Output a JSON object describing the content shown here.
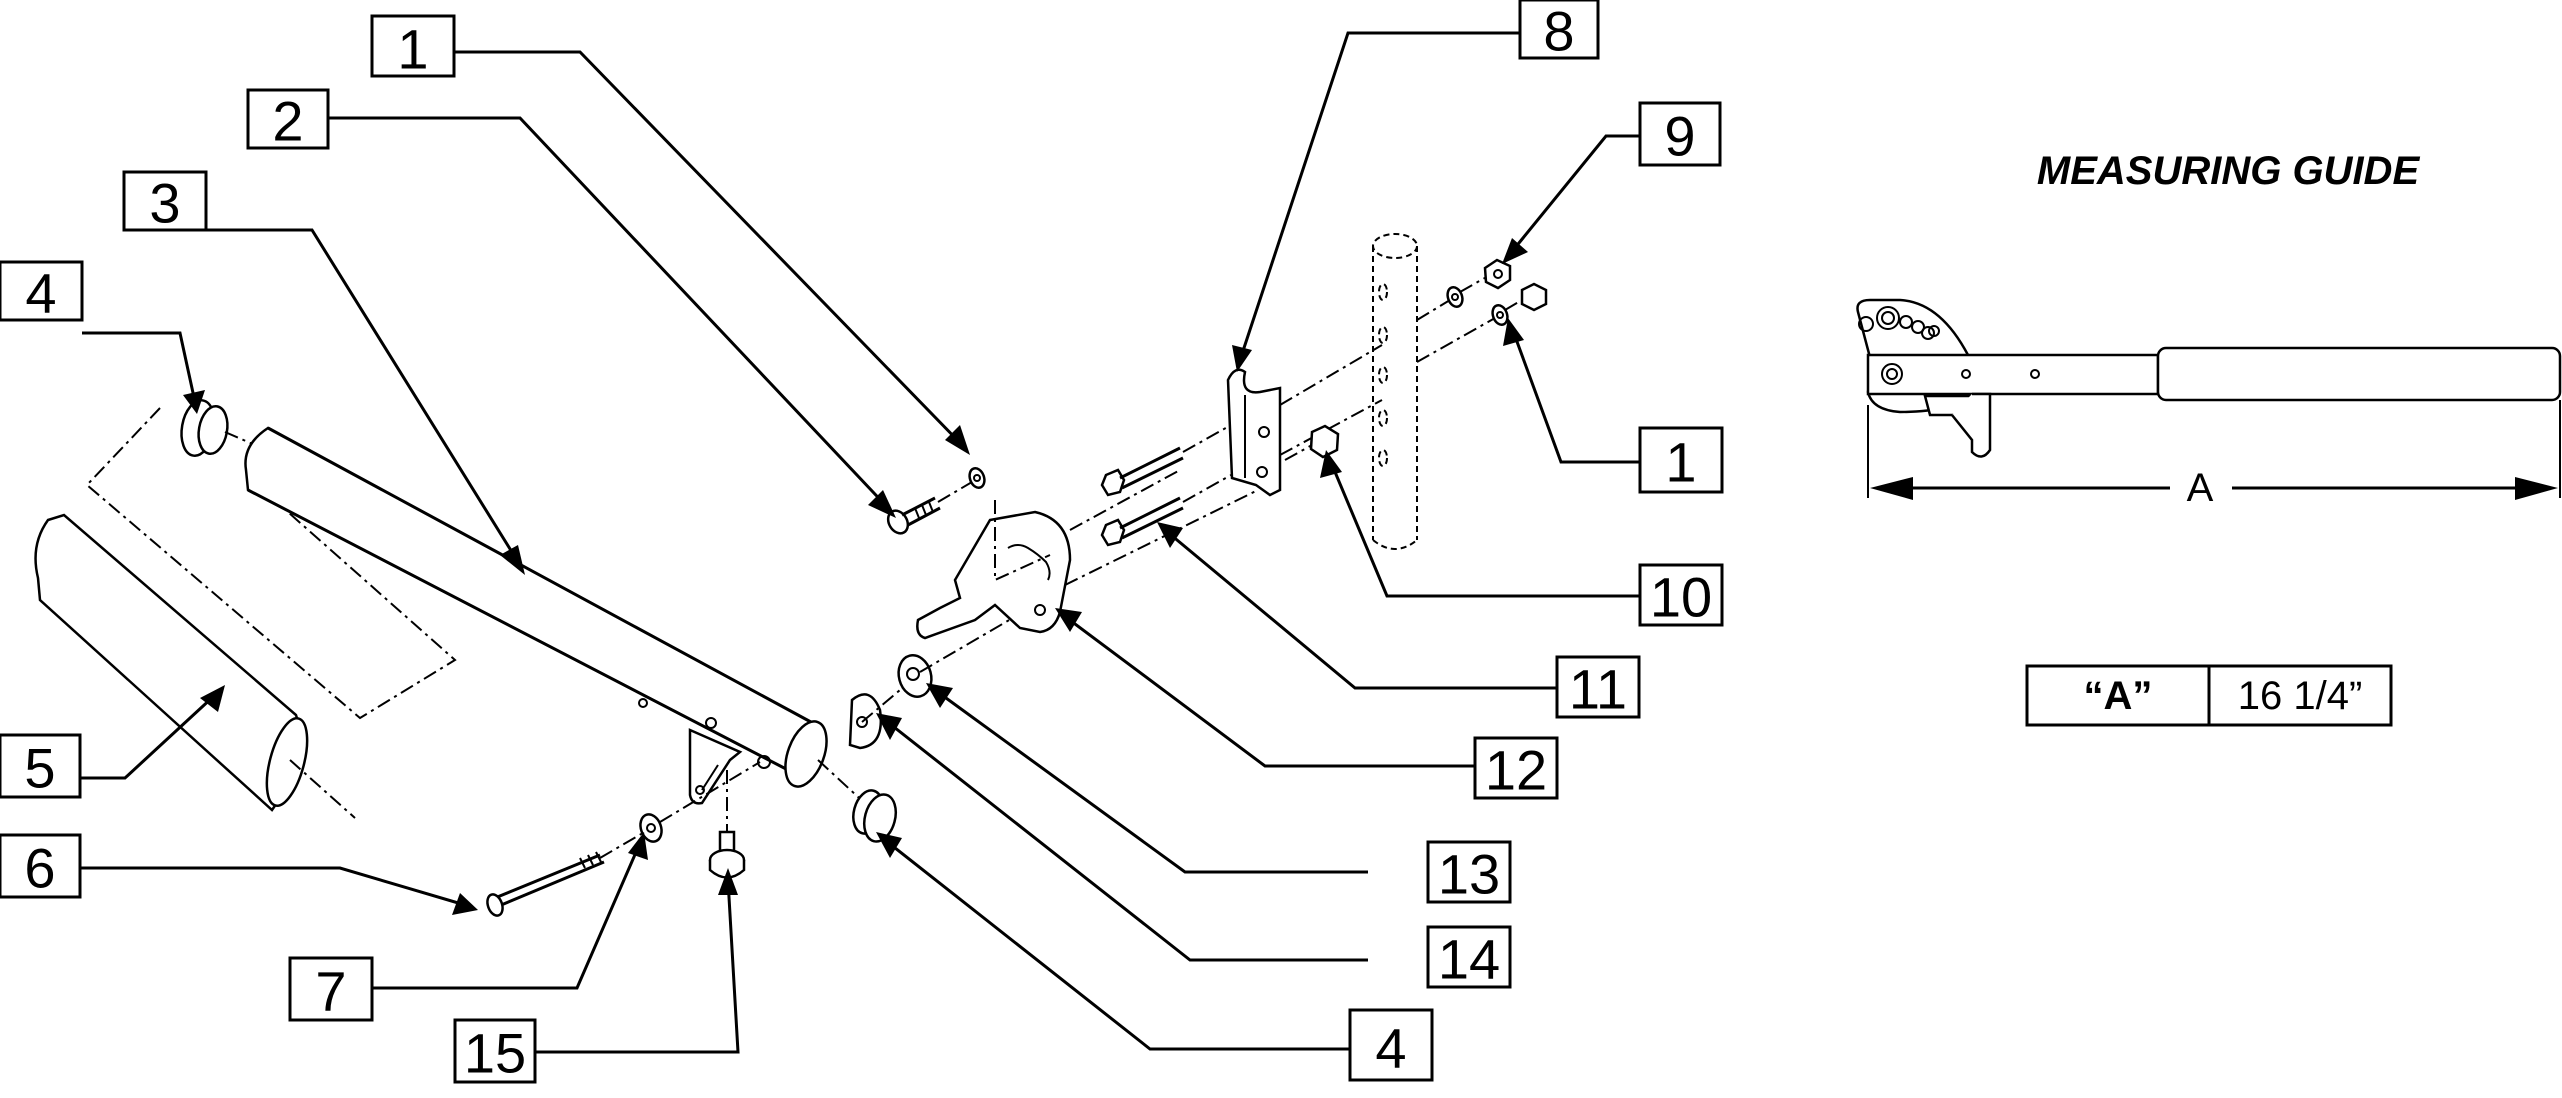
{
  "diagram": {
    "type": "exploded-parts-diagram",
    "callouts": [
      {
        "id": "c1a",
        "label": "1",
        "part": "washer"
      },
      {
        "id": "c2",
        "label": "2",
        "part": "button-head-screw"
      },
      {
        "id": "c3",
        "label": "3",
        "part": "armrest-tube"
      },
      {
        "id": "c4a",
        "label": "4",
        "part": "end-cap"
      },
      {
        "id": "c5",
        "label": "5",
        "part": "grip-pad"
      },
      {
        "id": "c6",
        "label": "6",
        "part": "long-bolt"
      },
      {
        "id": "c7",
        "label": "7",
        "part": "washer"
      },
      {
        "id": "c8",
        "label": "8",
        "part": "mounting-bracket"
      },
      {
        "id": "c9",
        "label": "9",
        "part": "lock-nut"
      },
      {
        "id": "c1b",
        "label": "1",
        "part": "washer"
      },
      {
        "id": "c10",
        "label": "10",
        "part": "hex-cap-nut"
      },
      {
        "id": "c11",
        "label": "11",
        "part": "hex-bolt"
      },
      {
        "id": "c12",
        "label": "12",
        "part": "pivot-plate"
      },
      {
        "id": "c13",
        "label": "13",
        "part": "flat-washer"
      },
      {
        "id": "c14",
        "label": "14",
        "part": "spacer"
      },
      {
        "id": "c15",
        "label": "15",
        "part": "bumper-stop"
      },
      {
        "id": "c4b",
        "label": "4",
        "part": "end-cap"
      }
    ]
  },
  "measuring_guide": {
    "title": "MEASURING GUIDE",
    "dimension_label": "A",
    "table": {
      "header": "“A”",
      "value": "16 1/4”"
    }
  }
}
